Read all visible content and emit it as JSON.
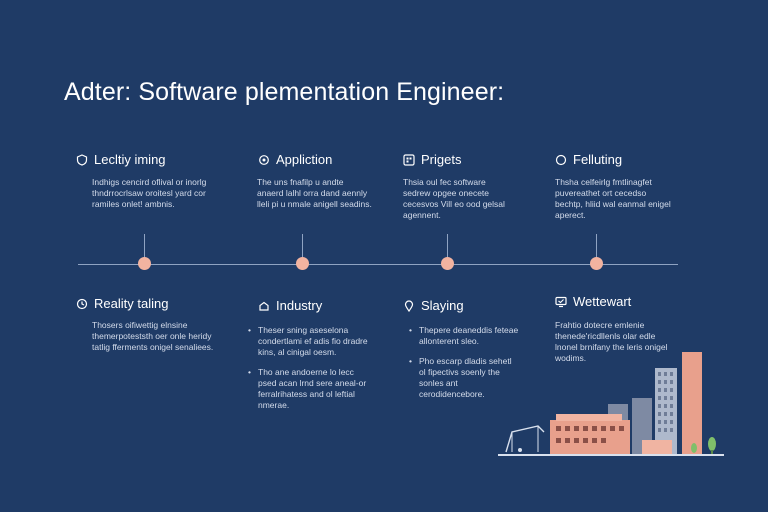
{
  "title": "Adter: Software plementation Engineer:",
  "colors": {
    "background": "#1f3b66",
    "node": "#f2b3a0",
    "line": "#8fa3c2",
    "building_salmon": "#e8a08c",
    "building_gray": "#7e8aa3"
  },
  "top_sections": [
    {
      "icon": "shield-icon",
      "heading": "Lecltiy iming",
      "text": "Indhigs cencird oflival or inorlg thndrrocrlsaw oroitesl yard cor ramiles onlet! ambnis."
    },
    {
      "icon": "gear-icon",
      "heading": "Appliction",
      "text": "The uns fnafilp u andte anaerd lalhl orra dand aennly lleli pi u nmale anigell seadins."
    },
    {
      "icon": "grid-icon",
      "heading": "Prigets",
      "text": "Thsia oul fec software sedrew opgee onecete cecesvos Vill eo ood gelsal agennent."
    },
    {
      "icon": "shield-outline-icon",
      "heading": "Felluting",
      "text": "Thsha celfeirlg fmtlinagfet puvereathet ort cecedso bechtp, hliid wal eanmal enigel aperect."
    }
  ],
  "bottom_sections": [
    {
      "icon": "clock-icon",
      "heading": "Reality taling",
      "text": "Thosers oifiwettig elnsine themerpoteststh oer onle heridy tatlig fferments onigel senaliees."
    },
    {
      "icon": "home-icon",
      "heading": "Industry",
      "bullets": [
        "Theser sning aseselona condertlami ef adis fio dradre kins, al cinigal oesm.",
        "Tho ane andoerne lo lecc psed acan lrnd sere aneal-or ferralrihatess and ol leftial nmerae."
      ]
    },
    {
      "icon": "pin-icon",
      "heading": "Slaying",
      "bullets": [
        "Thepere deaneddis feteae allonterent sleo.",
        "Pho escarp dladis sehetl ol fipectivs soenly the sonles ant cerodidencebore."
      ]
    },
    {
      "icon": "monitor-icon",
      "heading": "Wettewart",
      "text": "Frahtio dotecre emlenie thenede'ricdllenls olar edle lnonel brnifany the leris onigel wodims."
    }
  ]
}
